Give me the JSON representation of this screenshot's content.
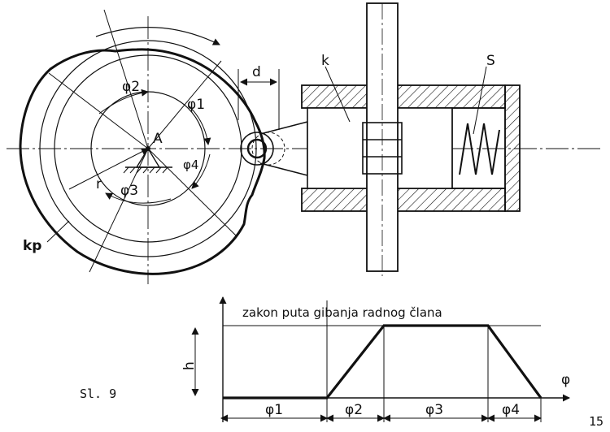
{
  "cam": {
    "label_A": "A",
    "label_r": "r",
    "label_phi1": "φ1",
    "label_phi2": "φ2",
    "label_phi3": "φ3",
    "label_phi4": "φ4",
    "label_kp": "kp",
    "label_d": "d"
  },
  "follower": {
    "label_k": "k",
    "label_S": "S"
  },
  "motion_law": {
    "title": "zakon puta gibanja radnog člana",
    "label_h": "h",
    "axis_label": "φ",
    "segments": [
      "φ1",
      "φ2",
      "φ3",
      "φ4"
    ]
  },
  "caption": "Sl. 9",
  "page_number": "15"
}
